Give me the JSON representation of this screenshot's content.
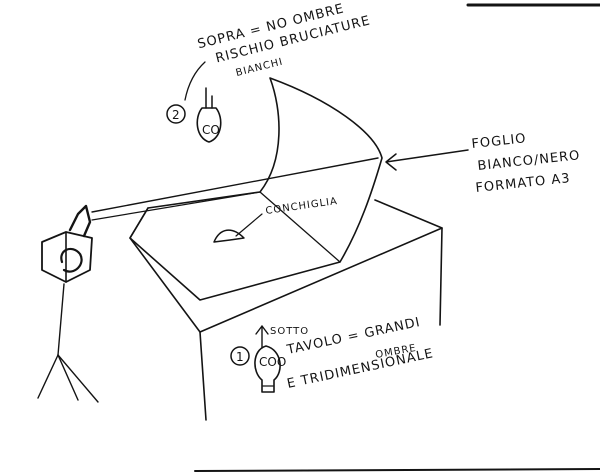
{
  "labels": {
    "top_note_line1": "SOPRA = NO OMBRE",
    "top_note_line2": "RISCHIO BRUCIATURE",
    "top_note_line3": "BIANCHI",
    "sheet_line1": "FOGLIO",
    "sheet_line2": "BIANCO/NERO",
    "sheet_line3": "FORMATO A3",
    "shell": "CONCHIGLIA",
    "bottom_sotto": "SOTTO",
    "bottom_line1": "TAVOLO = GRANDI",
    "bottom_line2": "OMBRE",
    "bottom_line3": "E TRIDIMENSIONALE"
  },
  "markers": {
    "top_light": "2",
    "bottom_light": "1"
  },
  "colors": {
    "ink": "#141414",
    "paper": "#ffffff"
  }
}
